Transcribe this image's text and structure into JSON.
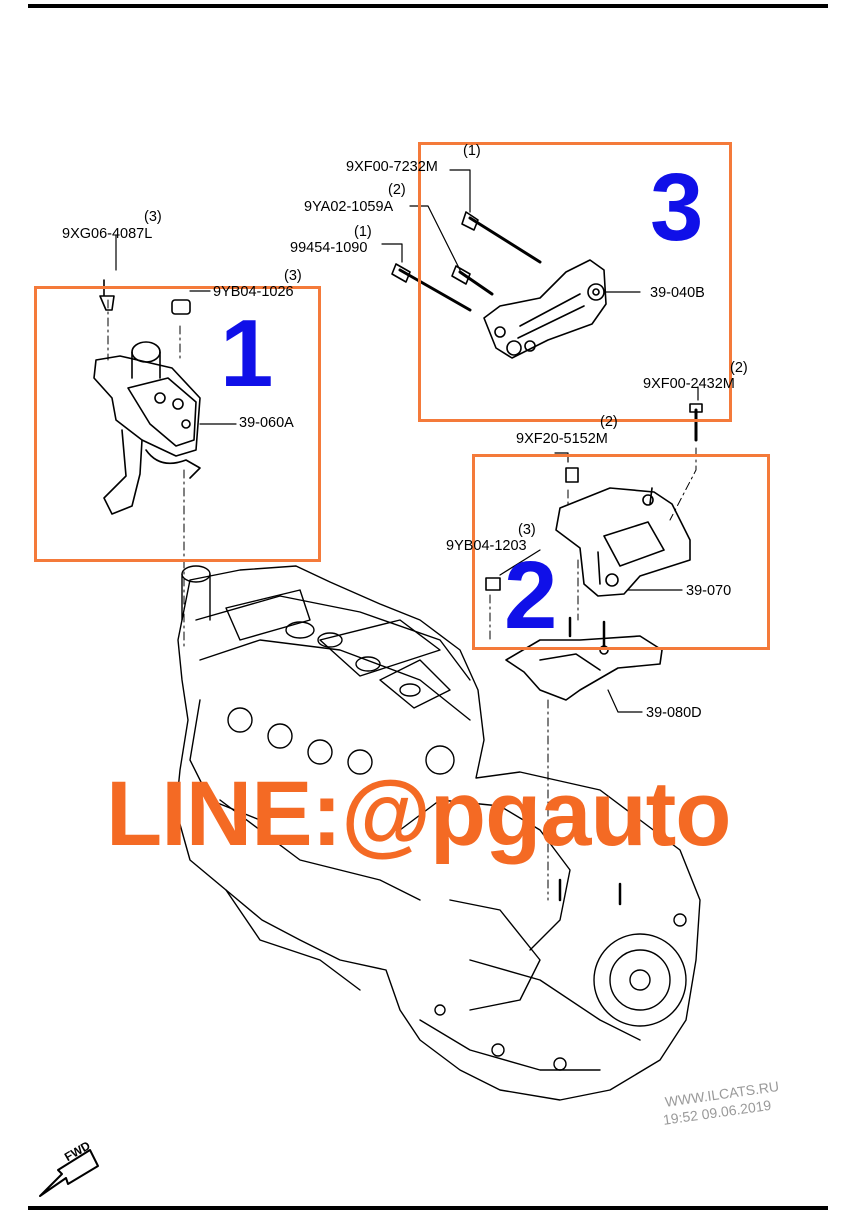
{
  "parts": {
    "bolt_top_a": {
      "qty": "(1)",
      "code": "9XF00-7232M"
    },
    "bolt_top_b": {
      "qty": "(2)",
      "code": "9YA02-1059A"
    },
    "bolt_top_c": {
      "qty": "(1)",
      "code": "99454-1090"
    },
    "mount_3": {
      "code": "39-040B"
    },
    "bolt_left_a": {
      "qty": "(3)",
      "code": "9XG06-4087L"
    },
    "nut_left": {
      "qty": "(3)",
      "code": "9YB04-1026"
    },
    "mount_1": {
      "code": "39-060A"
    },
    "bolt_right_a": {
      "qty": "(2)",
      "code": "9XF00-2432M"
    },
    "bolt_right_b": {
      "qty": "(2)",
      "code": "9XF20-5152M"
    },
    "nut_right": {
      "qty": "(3)",
      "code": "9YB04-1203"
    },
    "mount_2": {
      "code": "39-070"
    },
    "bracket": {
      "code": "39-080D"
    }
  },
  "callouts": {
    "one": "1",
    "two": "2",
    "three": "3"
  },
  "watermark": "LINE:@pgauto",
  "site": {
    "url": "WWW.ILCATS.RU",
    "stamp": "19:52 09.06.2019"
  },
  "fwd": "FWD",
  "colors": {
    "box": "#f47a3a",
    "callout": "#1010e8",
    "watermark": "#f46a24"
  }
}
